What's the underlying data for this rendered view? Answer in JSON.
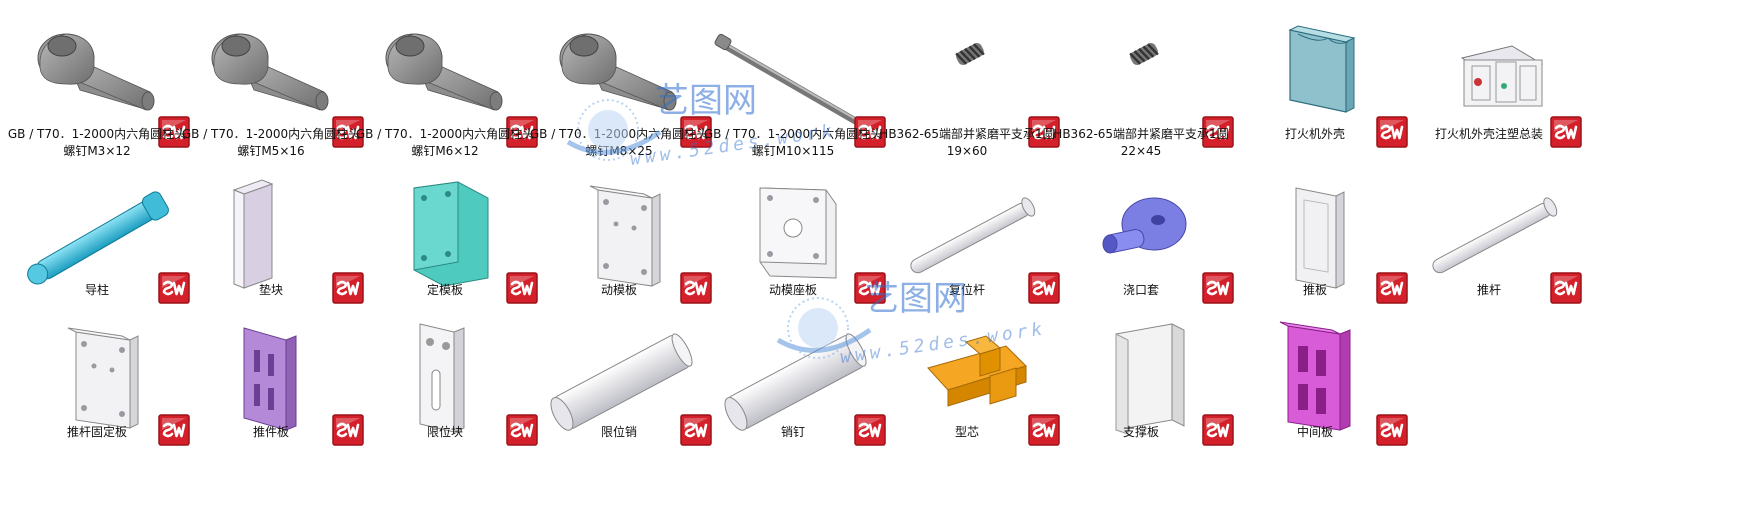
{
  "colors": {
    "sw_red": "#d4202a",
    "sw_red_dark": "#9c1218",
    "watermark_blue": "#2f6fd0"
  },
  "watermark": {
    "brand": "艺图网",
    "url": "www.52des.work"
  },
  "files": [
    {
      "caption": [
        "GB / T70．1-2000内六角圆柱头",
        "螺钉M3×12"
      ],
      "part": "screw",
      "icon": "solidworks-file-icon"
    },
    {
      "caption": [
        "GB / T70．1-2000内六角圆柱头",
        "螺钉M5×16"
      ],
      "part": "screw",
      "icon": "solidworks-file-icon"
    },
    {
      "caption": [
        "GB / T70．1-2000内六角圆柱头",
        "螺钉M6×12"
      ],
      "part": "screw",
      "icon": "solidworks-file-icon"
    },
    {
      "caption": [
        "GB / T70．1-2000内六角圆柱头",
        "螺钉M8×25"
      ],
      "part": "screw",
      "icon": "solidworks-file-icon"
    },
    {
      "caption": [
        "GB / T70．1-2000内六角圆柱头",
        "螺钉M10×115"
      ],
      "part": "long-screw",
      "icon": "solidworks-file-icon"
    },
    {
      "caption": [
        "HB362-65端部并紧磨平支承1圆",
        "19×60"
      ],
      "part": "spring",
      "icon": "solidworks-file-icon"
    },
    {
      "caption": [
        "HB362-65端部并紧磨平支承1圆",
        "22×45"
      ],
      "part": "spring",
      "icon": "solidworks-file-icon"
    },
    {
      "caption": [
        "打火机外壳"
      ],
      "part": "shell",
      "icon": "solidworks-file-icon"
    },
    {
      "caption": [
        "打火机外壳注塑总装"
      ],
      "part": "assembly",
      "icon": "solidworks-file-icon"
    },
    {
      "caption": [
        "导柱"
      ],
      "part": "guide-pillar",
      "icon": "solidworks-file-icon"
    },
    {
      "caption": [
        "垫块"
      ],
      "part": "block",
      "icon": "solidworks-file-icon"
    },
    {
      "caption": [
        "定模板"
      ],
      "part": "teal-plate",
      "icon": "solidworks-file-icon"
    },
    {
      "caption": [
        "动模板"
      ],
      "part": "plate-holes",
      "icon": "solidworks-file-icon"
    },
    {
      "caption": [
        "动模座板"
      ],
      "part": "square-plate",
      "icon": "solidworks-file-icon"
    },
    {
      "caption": [
        "复位杆"
      ],
      "part": "pin",
      "icon": "solidworks-file-icon"
    },
    {
      "caption": [
        "浇口套"
      ],
      "part": "sprue",
      "icon": "solidworks-file-icon"
    },
    {
      "caption": [
        "推板"
      ],
      "part": "thin-plate",
      "icon": "solidworks-file-icon"
    },
    {
      "caption": [
        "推杆"
      ],
      "part": "pin",
      "icon": "solidworks-file-icon"
    },
    {
      "caption": [
        "推杆固定板"
      ],
      "part": "plate-holes",
      "icon": "solidworks-file-icon"
    },
    {
      "caption": [
        "推件板"
      ],
      "part": "purple-plate",
      "icon": "solidworks-file-icon"
    },
    {
      "caption": [
        "限位块"
      ],
      "part": "stop-block",
      "icon": "solidworks-file-icon"
    },
    {
      "caption": [
        "限位销"
      ],
      "part": "cylinder",
      "icon": "solidworks-file-icon"
    },
    {
      "caption": [
        "销钉"
      ],
      "part": "cylinder",
      "icon": "solidworks-file-icon"
    },
    {
      "caption": [
        "型芯"
      ],
      "part": "core",
      "icon": "solidworks-file-icon"
    },
    {
      "caption": [
        "支撑板"
      ],
      "part": "block-wide",
      "icon": "solidworks-file-icon"
    },
    {
      "caption": [
        "中间板"
      ],
      "part": "magenta-plate",
      "icon": "solidworks-file-icon"
    }
  ]
}
